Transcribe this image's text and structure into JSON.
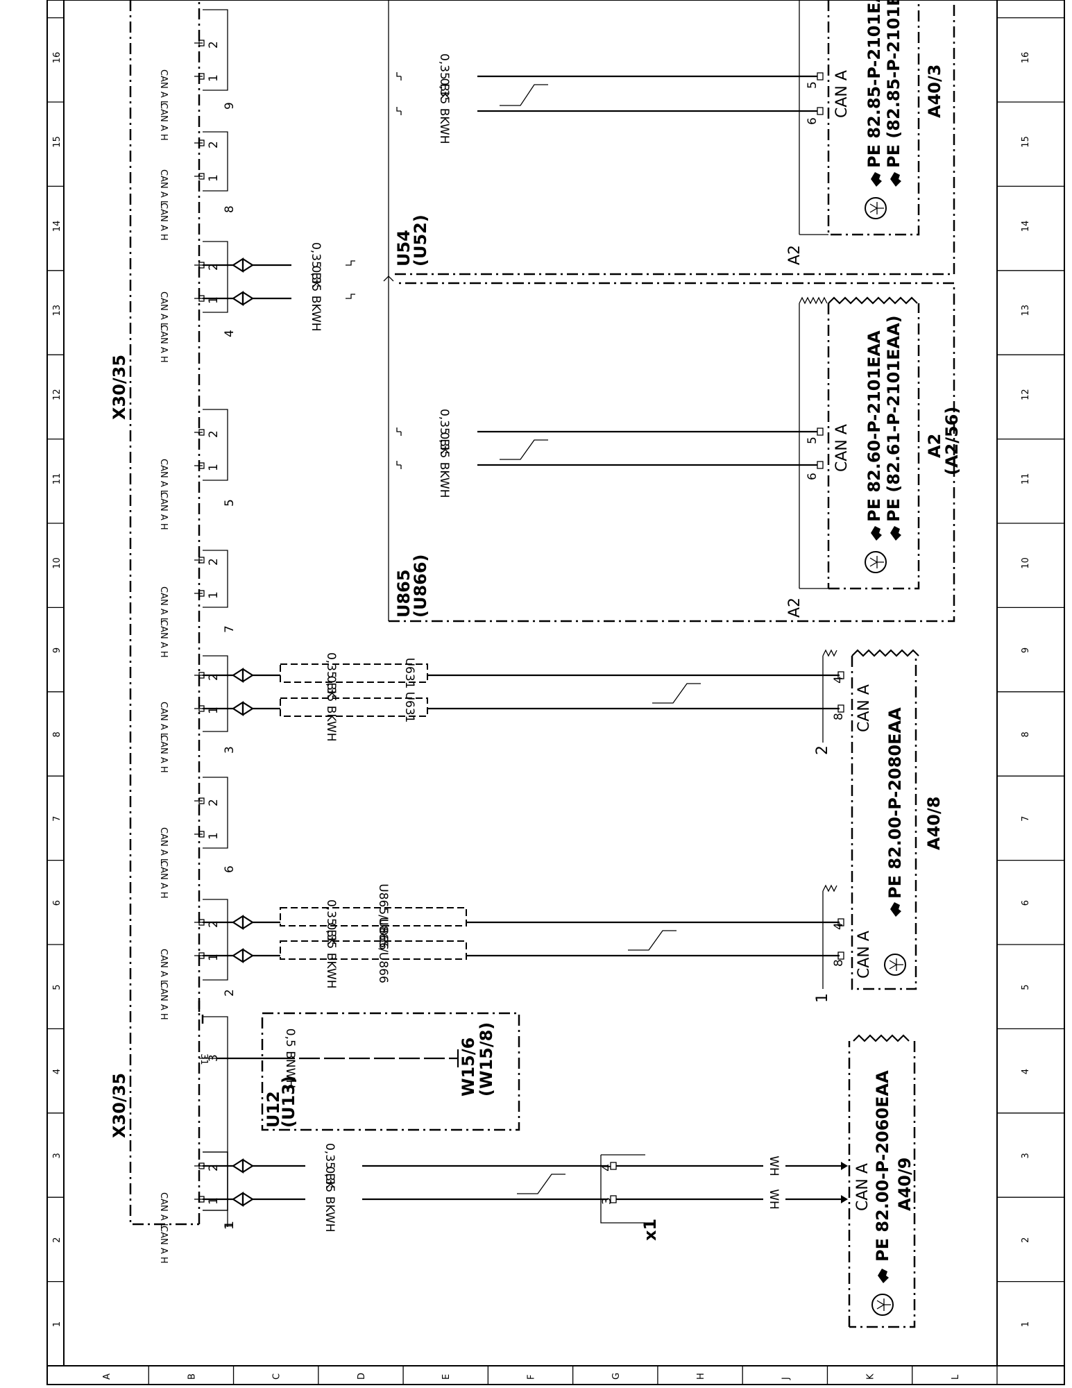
{
  "grid": {
    "columns": [
      "1",
      "2",
      "3",
      "4",
      "5",
      "6",
      "7",
      "8",
      "9",
      "10",
      "11",
      "12",
      "13",
      "14",
      "15",
      "16"
    ],
    "rows": [
      "A",
      "B",
      "C",
      "D",
      "E",
      "F",
      "G",
      "H",
      "J",
      "K",
      "L"
    ]
  },
  "connector_block": {
    "label_left": "X30/35",
    "label_right": "X30/35",
    "can_h": "CAN A H",
    "can_l": "CAN A L",
    "ground_pin": "31",
    "groups": [
      {
        "num": "1",
        "pins": [
          "1",
          "2"
        ]
      },
      {
        "num": "3",
        "pins": [
          "3"
        ]
      },
      {
        "num": "2",
        "pins": [
          "1",
          "2"
        ]
      },
      {
        "num": "6",
        "pins": [
          "1",
          "2"
        ]
      },
      {
        "num": "3",
        "pins": [
          "1",
          "2"
        ]
      },
      {
        "num": "7",
        "pins": [
          "1",
          "2"
        ]
      },
      {
        "num": "5",
        "pins": [
          "1",
          "2"
        ]
      },
      {
        "num": "4",
        "pins": [
          "1",
          "2"
        ]
      },
      {
        "num": "8",
        "pins": [
          "1",
          "2"
        ]
      },
      {
        "num": "9",
        "pins": [
          "1",
          "2"
        ]
      },
      {
        "num": "1",
        "pins": []
      }
    ]
  },
  "wires": {
    "bkwh_035": "0,35 BKWH",
    "bk_035": "0,35 BK",
    "bnwh_05": "0,5 BNWH",
    "wh": "WH"
  },
  "zones": {
    "u12": "U12",
    "u13": "(U13)",
    "u865_u866": "U865/U866",
    "u631": "U631",
    "u865": "U865",
    "u866": "(U866)",
    "u54": "U54",
    "u52": "(U52)",
    "a2": "A2"
  },
  "ground": {
    "name": "W15/6",
    "alt": "(W15/8)"
  },
  "connector_x1": {
    "name": "x1",
    "pins": [
      "3",
      "4"
    ]
  },
  "modules": [
    {
      "id": "A40/9",
      "pe": [
        "82.00-P-2060EAA"
      ],
      "can": "CAN A"
    },
    {
      "id": "A40/8",
      "pe": [
        "82.00-P-2080EAA"
      ],
      "can": "CAN A",
      "pins": [
        "8",
        "4",
        "8",
        "4"
      ],
      "groups": [
        "1",
        "2"
      ]
    },
    {
      "id": "A2",
      "alt": "(A2/56)",
      "pe": [
        "82.60-P-2101EAA",
        "(82.61-P-2101EAA)"
      ],
      "can": "CAN A",
      "pins": [
        "6",
        "5"
      ]
    },
    {
      "id": "A40/3",
      "pe": [
        "82.85-P-2101EA",
        "(82.85-P-2101EA"
      ],
      "can": "CAN A",
      "pins": [
        "6",
        "5"
      ]
    }
  ],
  "pe_prefix": "PE"
}
